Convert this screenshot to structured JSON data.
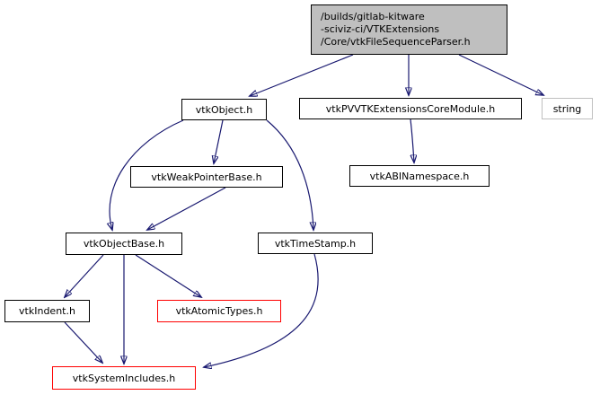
{
  "diagram": {
    "type": "include-dependency-graph",
    "colors": {
      "edge": "#191970",
      "node_border": "#000000",
      "node_fill": "#ffffff",
      "main_node_fill": "#bfbfbf",
      "truncated_node_border": "#ff0000",
      "external_node_border": "#bfbfbf",
      "text": "#000000",
      "background": "#ffffff"
    },
    "nodes": {
      "main": {
        "lines": {
          "0": "/builds/gitlab-kitware",
          "1": "-sciviz-ci/VTKExtensions",
          "2": "/Core/vtkFileSequenceParser.h"
        }
      },
      "vtkObject": {
        "label": "vtkObject.h"
      },
      "pvModule": {
        "label": "vtkPVVTKExtensionsCoreModule.h"
      },
      "string": {
        "label": "string"
      },
      "weakPointer": {
        "label": "vtkWeakPointerBase.h"
      },
      "abiNamespace": {
        "label": "vtkABINamespace.h"
      },
      "objectBase": {
        "label": "vtkObjectBase.h"
      },
      "timeStamp": {
        "label": "vtkTimeStamp.h"
      },
      "indent": {
        "label": "vtkIndent.h"
      },
      "atomicTypes": {
        "label": "vtkAtomicTypes.h"
      },
      "systemIncludes": {
        "label": "vtkSystemIncludes.h"
      }
    },
    "edges": [
      {
        "from": "main",
        "to": "vtkObject.h"
      },
      {
        "from": "main",
        "to": "vtkPVVTKExtensionsCoreModule.h"
      },
      {
        "from": "main",
        "to": "string"
      },
      {
        "from": "vtkPVVTKExtensionsCoreModule.h",
        "to": "vtkABINamespace.h"
      },
      {
        "from": "vtkObject.h",
        "to": "vtkWeakPointerBase.h"
      },
      {
        "from": "vtkObject.h",
        "to": "vtkObjectBase.h"
      },
      {
        "from": "vtkObject.h",
        "to": "vtkTimeStamp.h"
      },
      {
        "from": "vtkWeakPointerBase.h",
        "to": "vtkObjectBase.h"
      },
      {
        "from": "vtkObjectBase.h",
        "to": "vtkIndent.h"
      },
      {
        "from": "vtkObjectBase.h",
        "to": "vtkAtomicTypes.h"
      },
      {
        "from": "vtkObjectBase.h",
        "to": "vtkSystemIncludes.h"
      },
      {
        "from": "vtkIndent.h",
        "to": "vtkSystemIncludes.h"
      },
      {
        "from": "vtkTimeStamp.h",
        "to": "vtkSystemIncludes.h"
      }
    ]
  }
}
